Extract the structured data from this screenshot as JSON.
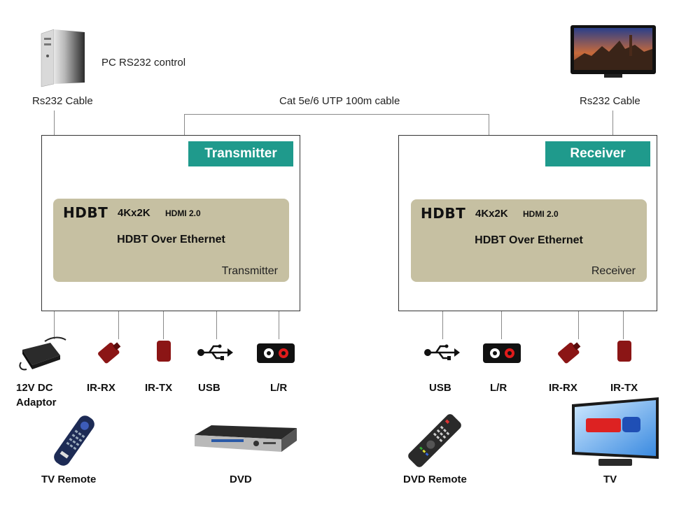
{
  "labels": {
    "pc_control": "PC RS232 control",
    "rs232_left": "Rs232 Cable",
    "rs232_right": "Rs232 Cable",
    "cat_cable": "Cat 5e/6 UTP 100m cable"
  },
  "transmitter": {
    "badge": "Transmitter",
    "brand": "HDBT",
    "resolution": "4Kx2K",
    "hdmi": "HDMI 2.0",
    "subtitle": "HDBT Over Ethernet",
    "role": "Transmitter"
  },
  "receiver": {
    "badge": "Receiver",
    "brand": "HDBT",
    "resolution": "4Kx2K",
    "hdmi": "HDMI 2.0",
    "subtitle": "HDBT Over Ethernet",
    "role": "Receiver"
  },
  "ports_left": {
    "adaptor_line1": "12V DC",
    "adaptor_line2": "Adaptor",
    "ir_rx": "IR-RX",
    "ir_tx": "IR-TX",
    "usb": "USB",
    "lr": "L/R"
  },
  "ports_right": {
    "usb": "USB",
    "lr": "L/R",
    "ir_rx": "IR-RX",
    "ir_tx": "IR-TX"
  },
  "devices": {
    "tv_remote": "TV Remote",
    "dvd": "DVD",
    "dvd_remote": "DVD Remote",
    "tv": "TV"
  },
  "colors": {
    "badge": "#1f9a8c",
    "panel": "#c6c0a2",
    "ir_device": "#8b1515",
    "line": "#8a8a8a"
  }
}
